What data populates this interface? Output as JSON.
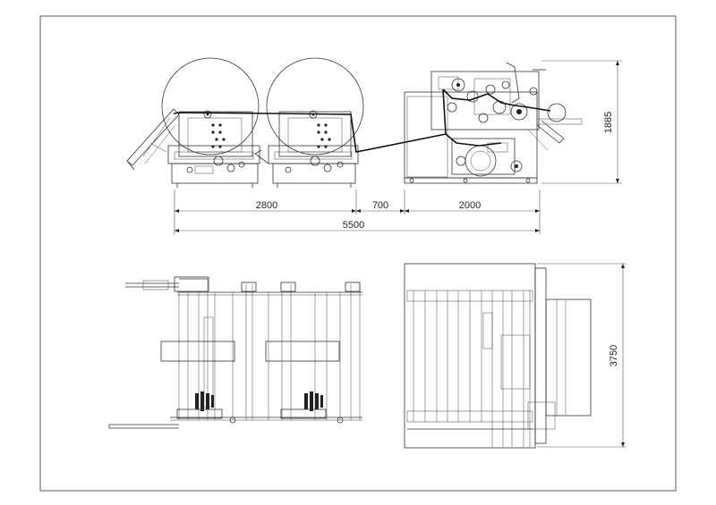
{
  "drawing": {
    "dimensions": {
      "section_1": "2800",
      "section_2": "700",
      "section_3": "2000",
      "total_length": "5500",
      "height": "1885",
      "width": "3750"
    }
  }
}
